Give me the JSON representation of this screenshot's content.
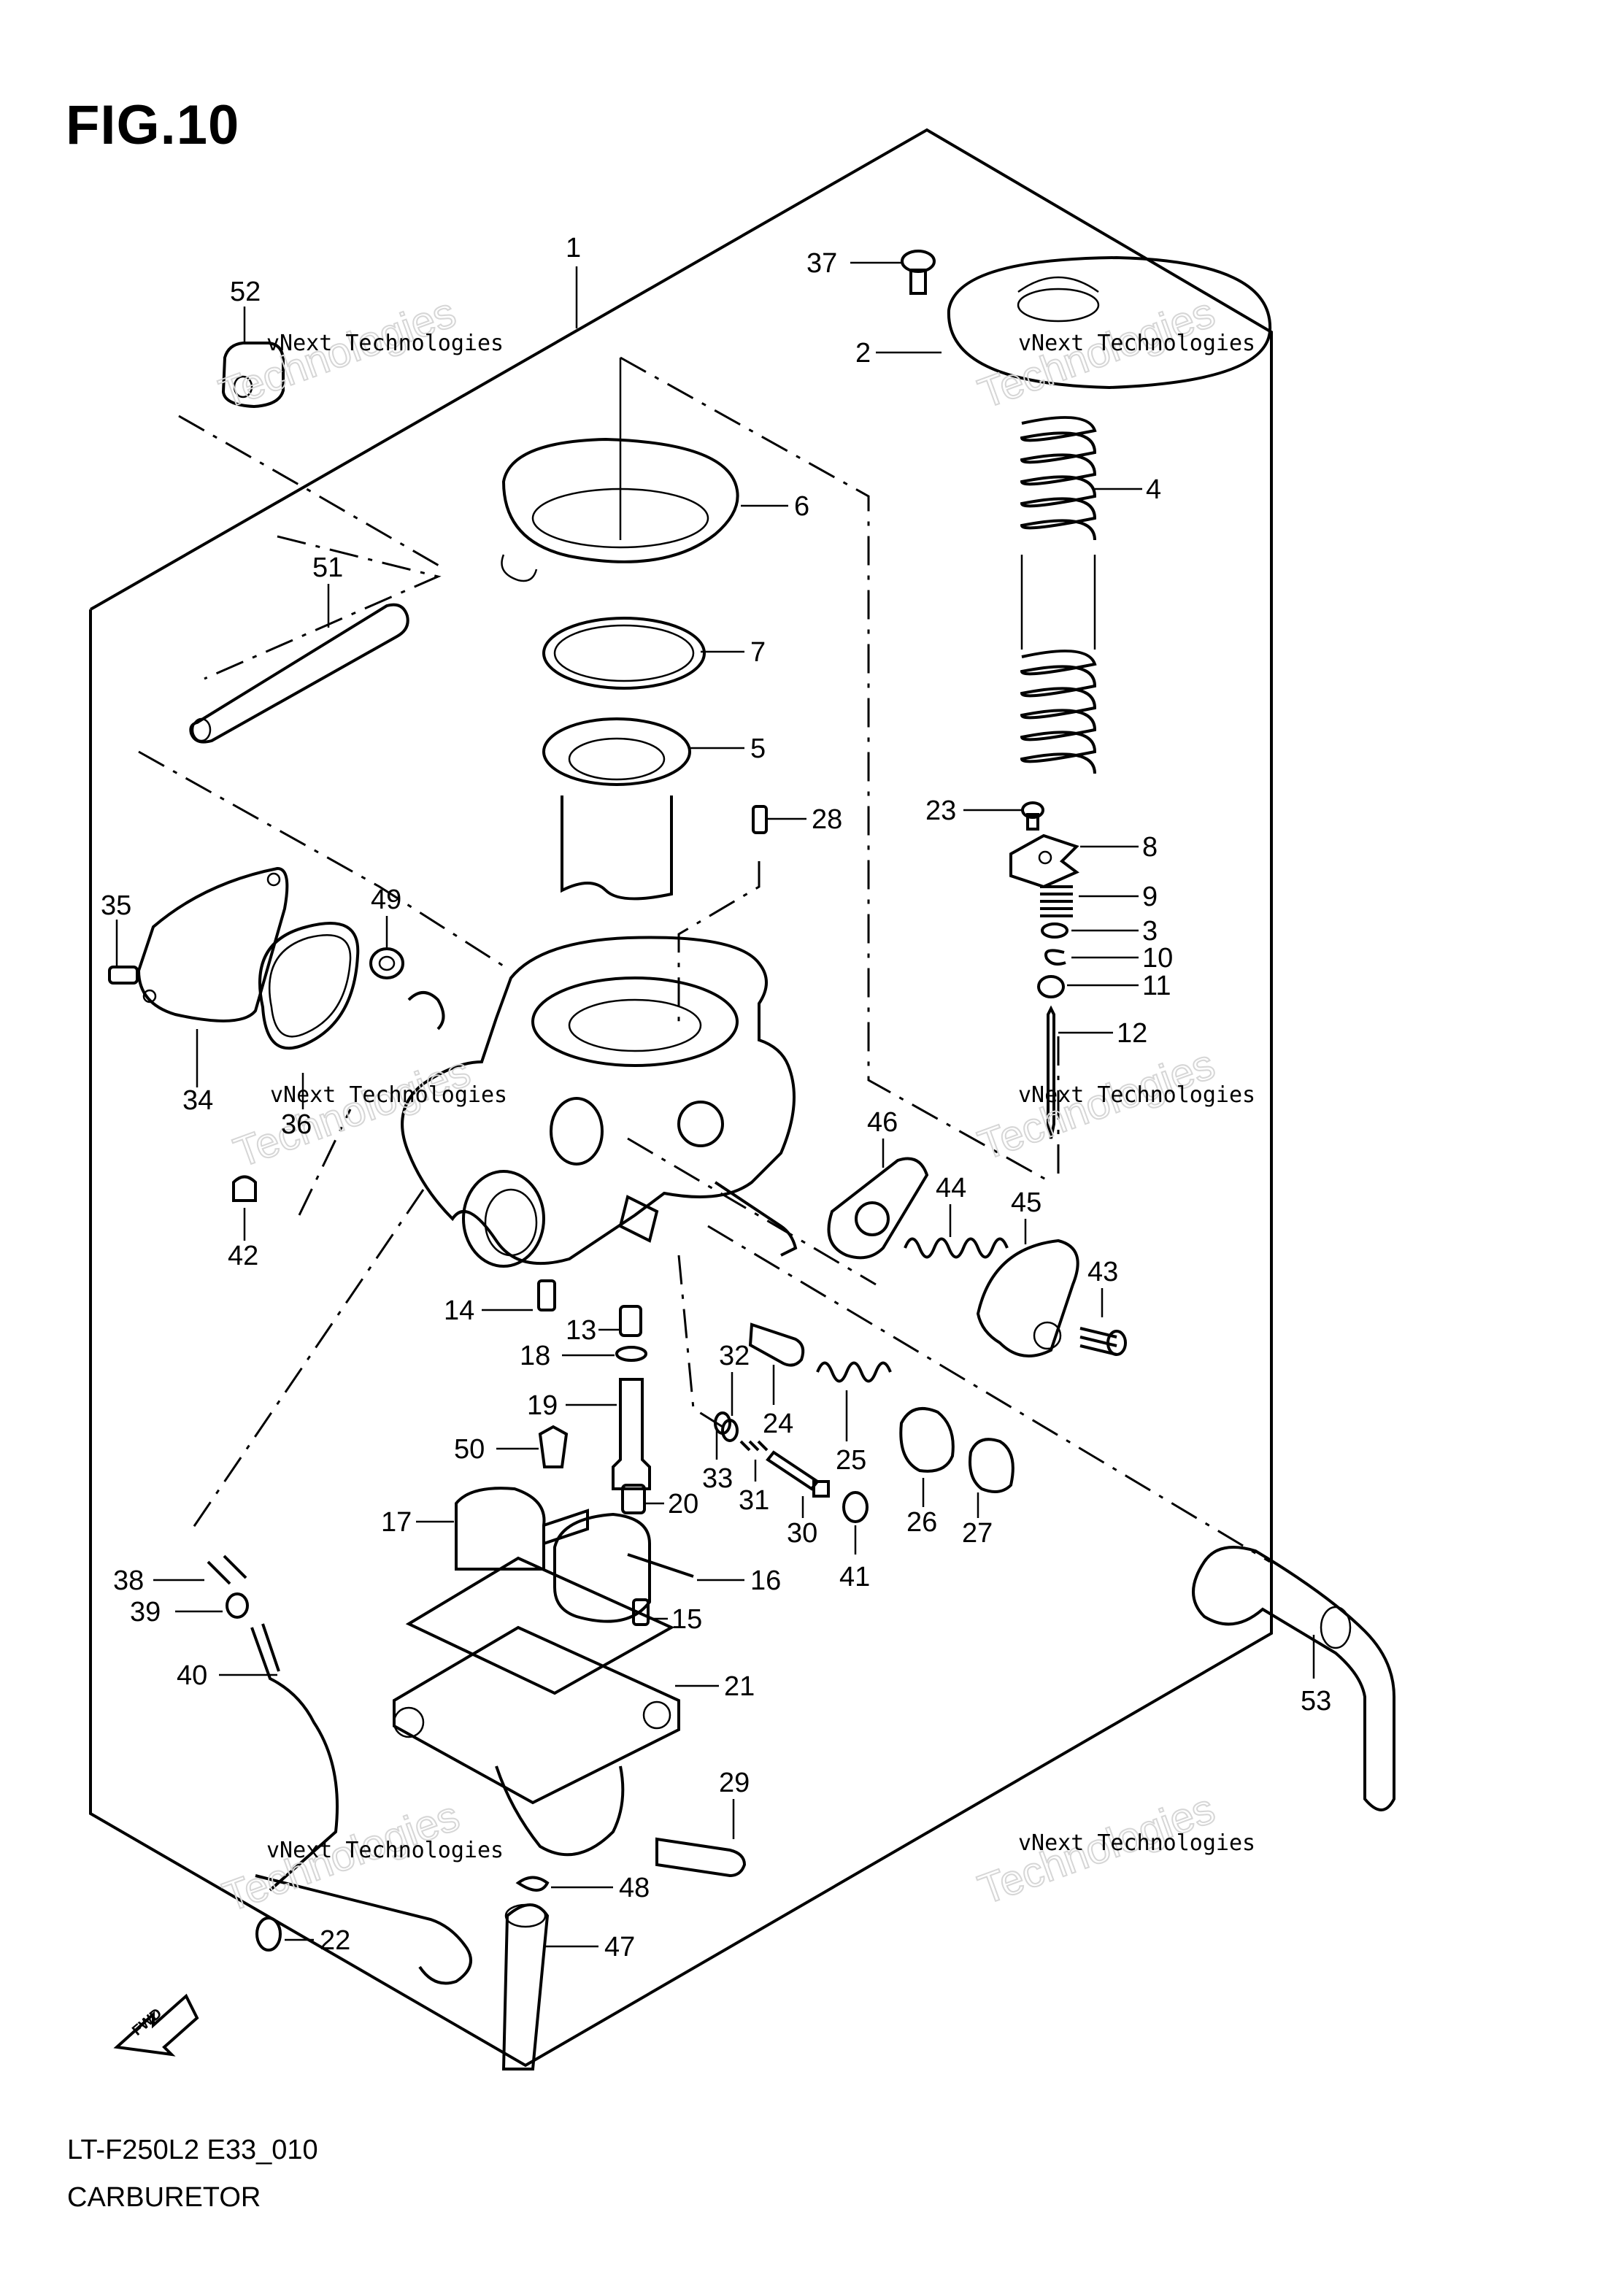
{
  "figure": {
    "title": "FIG.10",
    "model_code": "LT-F250L2  E33_010",
    "caption": "CARBURETOR"
  },
  "watermark": {
    "line1": "vNext Technologies",
    "line2": "Technologies",
    "line3": "vNext"
  },
  "fwd_label": "FWD",
  "callouts": [
    {
      "id": "1",
      "label": "1"
    },
    {
      "id": "2",
      "label": "2"
    },
    {
      "id": "3",
      "label": "3"
    },
    {
      "id": "4",
      "label": "4"
    },
    {
      "id": "5",
      "label": "5"
    },
    {
      "id": "6",
      "label": "6"
    },
    {
      "id": "7",
      "label": "7"
    },
    {
      "id": "8",
      "label": "8"
    },
    {
      "id": "9",
      "label": "9"
    },
    {
      "id": "10",
      "label": "10"
    },
    {
      "id": "11",
      "label": "11"
    },
    {
      "id": "12",
      "label": "12"
    },
    {
      "id": "13",
      "label": "13"
    },
    {
      "id": "14",
      "label": "14"
    },
    {
      "id": "15",
      "label": "15"
    },
    {
      "id": "16",
      "label": "16"
    },
    {
      "id": "17",
      "label": "17"
    },
    {
      "id": "18",
      "label": "18"
    },
    {
      "id": "19",
      "label": "19"
    },
    {
      "id": "20",
      "label": "20"
    },
    {
      "id": "21",
      "label": "21"
    },
    {
      "id": "22",
      "label": "22"
    },
    {
      "id": "23",
      "label": "23"
    },
    {
      "id": "24",
      "label": "24"
    },
    {
      "id": "25",
      "label": "25"
    },
    {
      "id": "26",
      "label": "26"
    },
    {
      "id": "27",
      "label": "27"
    },
    {
      "id": "28",
      "label": "28"
    },
    {
      "id": "29",
      "label": "29"
    },
    {
      "id": "30",
      "label": "30"
    },
    {
      "id": "31",
      "label": "31"
    },
    {
      "id": "32",
      "label": "32"
    },
    {
      "id": "33",
      "label": "33"
    },
    {
      "id": "34",
      "label": "34"
    },
    {
      "id": "35",
      "label": "35"
    },
    {
      "id": "36",
      "label": "36"
    },
    {
      "id": "37",
      "label": "37"
    },
    {
      "id": "38",
      "label": "38"
    },
    {
      "id": "39",
      "label": "39"
    },
    {
      "id": "40",
      "label": "40"
    },
    {
      "id": "41",
      "label": "41"
    },
    {
      "id": "42",
      "label": "42"
    },
    {
      "id": "43",
      "label": "43"
    },
    {
      "id": "44",
      "label": "44"
    },
    {
      "id": "45",
      "label": "45"
    },
    {
      "id": "46",
      "label": "46"
    },
    {
      "id": "47",
      "label": "47"
    },
    {
      "id": "48",
      "label": "48"
    },
    {
      "id": "49",
      "label": "49"
    },
    {
      "id": "50",
      "label": "50"
    },
    {
      "id": "51",
      "label": "51"
    },
    {
      "id": "52",
      "label": "52"
    },
    {
      "id": "53",
      "label": "53"
    }
  ]
}
